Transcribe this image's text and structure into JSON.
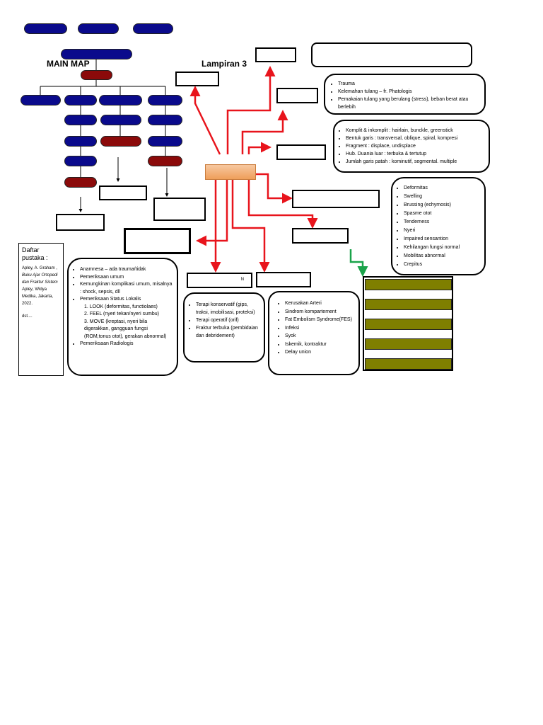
{
  "title_main": "MAIN MAP",
  "title_lampiran": "Lampiran 3",
  "reference": {
    "title": "Daftar pustaka :",
    "body_plain1": "Apley, A. Graham , ",
    "body_italic": "Buku Ajar Ortopedi dan Fraktur Sistem Apley",
    "body_plain2": ", Widya Medika, Jakarta, 2022.",
    "etc": "dst...."
  },
  "n_label": "N",
  "etiology": [
    "Trauma",
    "Kelemahan tulang – fr. Phatologis",
    "Pemakaian tulang yang berulang (stress), beban berat atau berlebih"
  ],
  "classification": [
    "Komplit & inkomplit : hairlain, bunckle, greenstick",
    "Bentuk garis : transversal, oblique, spiral, kompresi",
    "Fragment : displace, undisplace",
    "Hub. Duania luar : terbuka & tertutup",
    "Jumlah garis patah : kominutif, segmental. multiple"
  ],
  "signs": [
    "Deformitas",
    "Swelling",
    "Brussing (echymosis)",
    "Spasme otot",
    "Tenderness",
    "Nyeri",
    "Impaired sensantion",
    "Kehilangan fungsi normal",
    "Mobilitas abnormal",
    "Crepitus"
  ],
  "assessment": {
    "items": [
      "Anamnesa – ada trauma/tidak",
      "Pemeriksaan umum",
      "Kemungkinan komplikasi umum, misalnya : shock, sepsis, dll",
      "Pemeriksaan Status Lokalis"
    ],
    "sub": [
      "1.   LOOK (deformitas, functiolaes)",
      "2.   FEEL (nyeri tekan/nyeri sumbu)",
      "3.   MOVE (kreptasi, nyeri bila digerakkan, gangguan fungsi (ROM,tonus otot), gerakan abnormal)"
    ],
    "last": "Pemeriksaan Radiologis"
  },
  "therapy": [
    "Terapi konservatif (gips, traksi, imobilisasi, proteksi)",
    "Terapi operatif (orif)",
    "Fraktur terbuka (pembidaian dan debridement)"
  ],
  "complications": [
    "Kerusakan Arteri",
    "Sindrom kompartement",
    "Fat Embolism Syndrome(FES)",
    "Infeksi",
    "Syok",
    "Iskemik, kontraktur",
    "Delay union"
  ],
  "colors": {
    "navy": "#0a0a8c",
    "maroon": "#8b0a0a",
    "arrow_red": "#e8141c",
    "arrow_green": "#1aa34a",
    "olive": "#7f7f00",
    "center_orange": "#ef9f5a"
  }
}
